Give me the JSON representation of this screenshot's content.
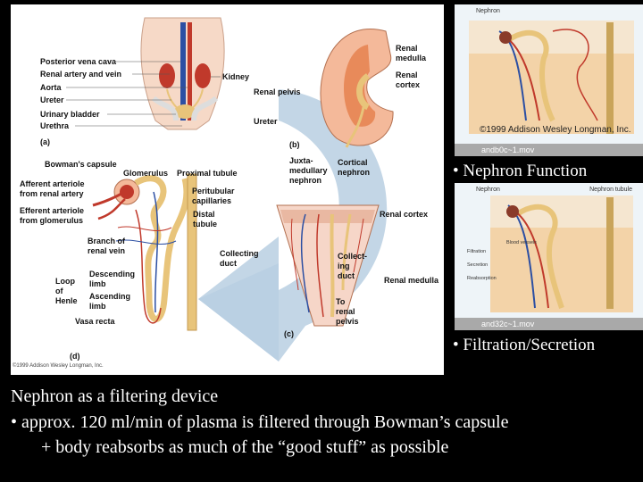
{
  "figure": {
    "labels": {
      "posterior_vena_cava": "Posterior vena cava",
      "renal_artery_vein": "Renal artery and vein",
      "aorta": "Aorta",
      "ureter": "Ureter",
      "urinary_bladder": "Urinary bladder",
      "urethra": "Urethra",
      "panel_a": "(a)",
      "kidney": "Kidney",
      "renal_medulla": "Renal medulla",
      "renal_cortex": "Renal cortex",
      "renal_pelvis": "Renal pelvis",
      "ureter_b": "Ureter",
      "panel_b": "(b)",
      "bowmans_capsule": "Bowman's capsule",
      "glomerulus": "Glomerulus",
      "proximal_tubule": "Proximal tubule",
      "afferent_arteriole": "Afferent arteriole from renal artery",
      "peritubular_capillaries": "Peritubular capillaries",
      "efferent_arteriole": "Efferent arteriole from glomerulus",
      "distal_tubule": "Distal tubule",
      "juxtamedullary_nephron": "Juxta-medullary nephron",
      "cortical_nephron": "Cortical nephron",
      "renal_cortex_c": "Renal cortex",
      "branch_renal_vein": "Branch of renal vein",
      "collecting_duct": "Collecting duct",
      "collecting_duct_c": "Collect-ing duct",
      "descending_limb": "Descending limb",
      "loop_of_henle": "Loop of Henle",
      "ascending_limb": "Ascending limb",
      "renal_medulla_c": "Renal medulla",
      "vasa_recta": "Vasa recta",
      "to_renal_pelvis": "To renal pelvis",
      "panel_c": "(c)",
      "panel_d": "(d)",
      "copyright": "©1999 Addison Wesley Longman, Inc."
    }
  },
  "thumbs": [
    {
      "label": "Nephron",
      "copyright": "©1999 Addison Wesley Longman, Inc.",
      "file": "andb0c~1.mov",
      "caption": "Nephron Function"
    },
    {
      "label": "Nephron",
      "label_right": "Nephron tubule",
      "side_labels": [
        "Filtration",
        "Secretion",
        "Reabsorption"
      ],
      "vessels": "Blood vessels",
      "file": "and32c~1.mov",
      "caption": "Filtration/Secretion"
    }
  ],
  "text": {
    "heading": "Nephron as a filtering device",
    "bullet": "• approx. 120 ml/min of plasma is filtered through Bowman’s capsule",
    "sub": "+ body reabsorbs as much of the “good stuff” as possible"
  },
  "colors": {
    "background": "#000000",
    "artery": "#c0392b",
    "vein": "#2c4fa3",
    "tubule": "#e8c47a",
    "arrow": "#b9cfe2"
  }
}
